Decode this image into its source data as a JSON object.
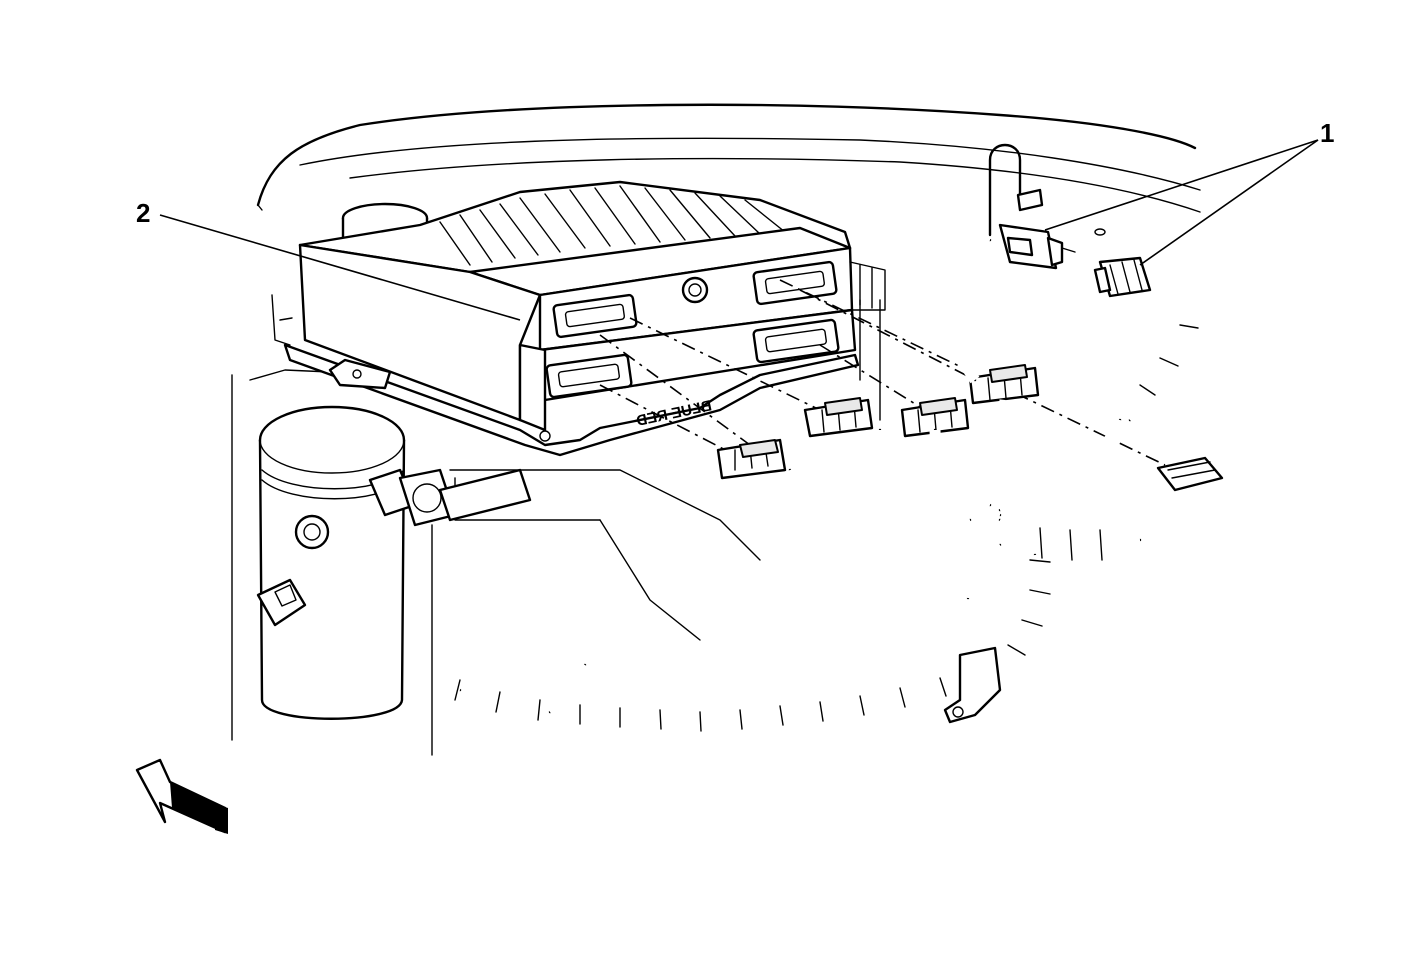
{
  "callouts": [
    {
      "id": "1",
      "label": "1"
    },
    {
      "id": "2",
      "label": "2"
    }
  ],
  "stencil_text": "BLUE RED",
  "colors": {
    "line": "#000000",
    "background": "#ffffff"
  }
}
